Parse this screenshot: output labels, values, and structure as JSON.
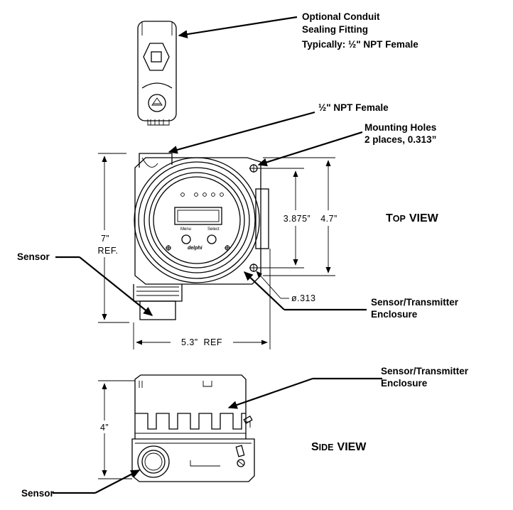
{
  "callouts": {
    "conduit_fitting": [
      "Optional Conduit",
      "Sealing Fitting",
      "Typically: ½\" NPT Female"
    ],
    "npt_female": "½\" NPT Female",
    "mounting_holes": [
      "Mounting Holes",
      "2 places, 0.313”"
    ],
    "sensor_top": "Sensor",
    "enclosure_top": [
      "Sensor/Transmitter",
      "Enclosure"
    ],
    "enclosure_side": [
      "Sensor/Transmitter",
      "Enclosure"
    ],
    "sensor_side": "Sensor"
  },
  "dimensions": {
    "height_top": [
      "7”",
      "REF."
    ],
    "hole_spacing": "3.875”",
    "mount_height": "4.7”",
    "width": "5.3”  REF",
    "hole_dia": "ø.313",
    "height_side": "4”"
  },
  "views": {
    "top": {
      "cap": "T",
      "rest": "OP",
      "word": "VIEW"
    },
    "side": {
      "cap": "S",
      "rest": "IDE",
      "word": "VIEW"
    }
  },
  "display": {
    "menu": "Menu",
    "select": "Select",
    "brand": "delphi"
  }
}
